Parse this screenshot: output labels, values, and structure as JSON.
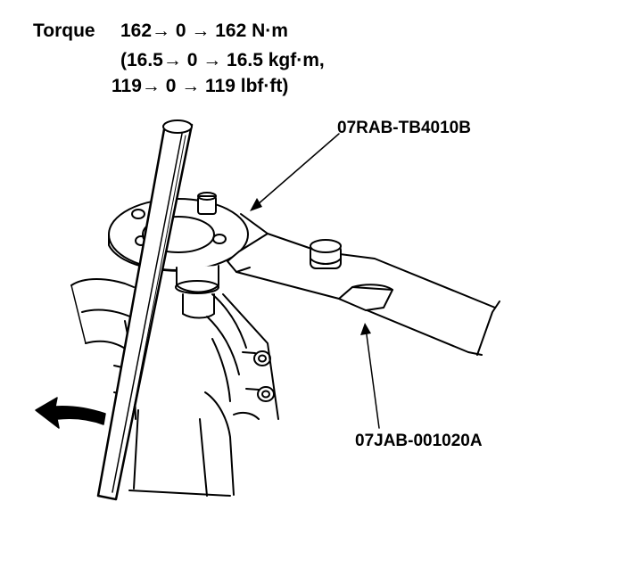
{
  "torque": {
    "label": "Torque",
    "line_1": "162→ 0 → 162 N·m",
    "line_2": "(16.5→ 0 → 16.5 kgf·m,",
    "line_3": "119→ 0 → 119 lbf·ft)"
  },
  "callouts": {
    "tool_1": "07RAB-TB4010B",
    "tool_2": "07JAB-001020A"
  },
  "icons": {
    "rotation_arrow": "curved-arrow-left-icon"
  },
  "colors": {
    "ink": "#000000",
    "paper": "#ffffff"
  }
}
